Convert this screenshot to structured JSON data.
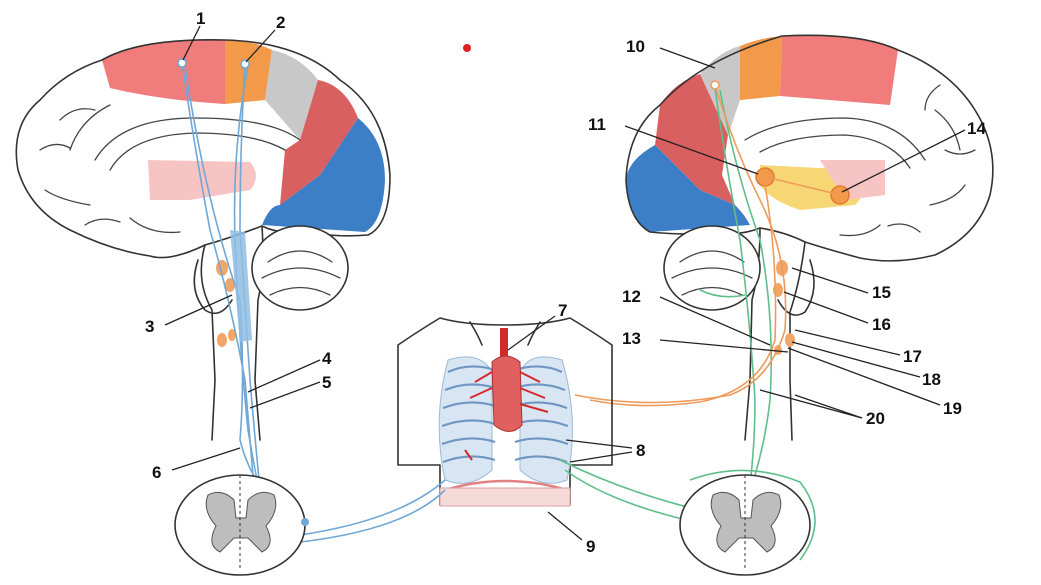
{
  "labels": {
    "l1": "1",
    "l2": "2",
    "l3": "3",
    "l4": "4",
    "l5": "5",
    "l6": "6",
    "l7": "7",
    "l8": "8",
    "l9": "9",
    "l10": "10",
    "l11": "11",
    "l12": "12",
    "l13": "13",
    "l14": "14",
    "l15": "15",
    "l16": "16",
    "l17": "17",
    "l18": "18",
    "l19": "19",
    "l20": "20"
  },
  "colors": {
    "red_region": "#f07c7c",
    "orange_region": "#f2994a",
    "gray_region": "#c8c8c8",
    "dark_red_region": "#d96060",
    "blue_region": "#3d7fc6",
    "pink_region": "#f7c4c4",
    "yellow_region": "#f7d774",
    "blue_pathway": "#6fa8d6",
    "green_pathway": "#5fbf8a",
    "orange_pathway": "#ef9a5a",
    "red_dot": "#e02020"
  }
}
